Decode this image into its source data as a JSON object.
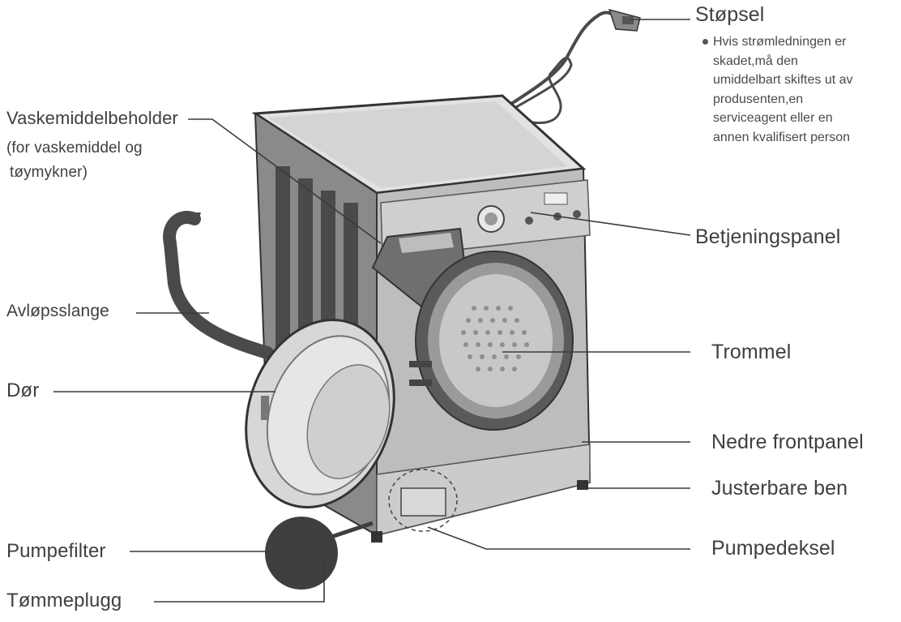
{
  "labels": {
    "stopsel": "Støpsel",
    "stopsel_note": [
      "Hvis strømledningen er",
      "skadet,må den",
      "umiddelbart skiftes ut av",
      "produsenten,en",
      "serviceagent eller en",
      "annen kvalifisert person"
    ],
    "vaskemiddelbeholder": "Vaskemiddelbeholder",
    "vaskemiddelbeholder_sub1": "(for vaskemiddel og",
    "vaskemiddelbeholder_sub2": "tøymykner)",
    "betjeningspanel": "Betjeningspanel",
    "avlopsslange": "Avløpsslange",
    "trommel": "Trommel",
    "dor": "Dør",
    "nedre_frontpanel": "Nedre frontpanel",
    "justerbare_ben": "Justerbare ben",
    "pumpefilter": "Pumpefilter",
    "pumpedeksel": "Pumpedeksel",
    "tommeplugg": "Tømmeplugg"
  },
  "colors": {
    "line": "#3a3a3a",
    "body_side": "#7d7d7d",
    "body_front": "#b9b9b9",
    "top": "#dcdcdc",
    "dark": "#4a4a4a"
  }
}
